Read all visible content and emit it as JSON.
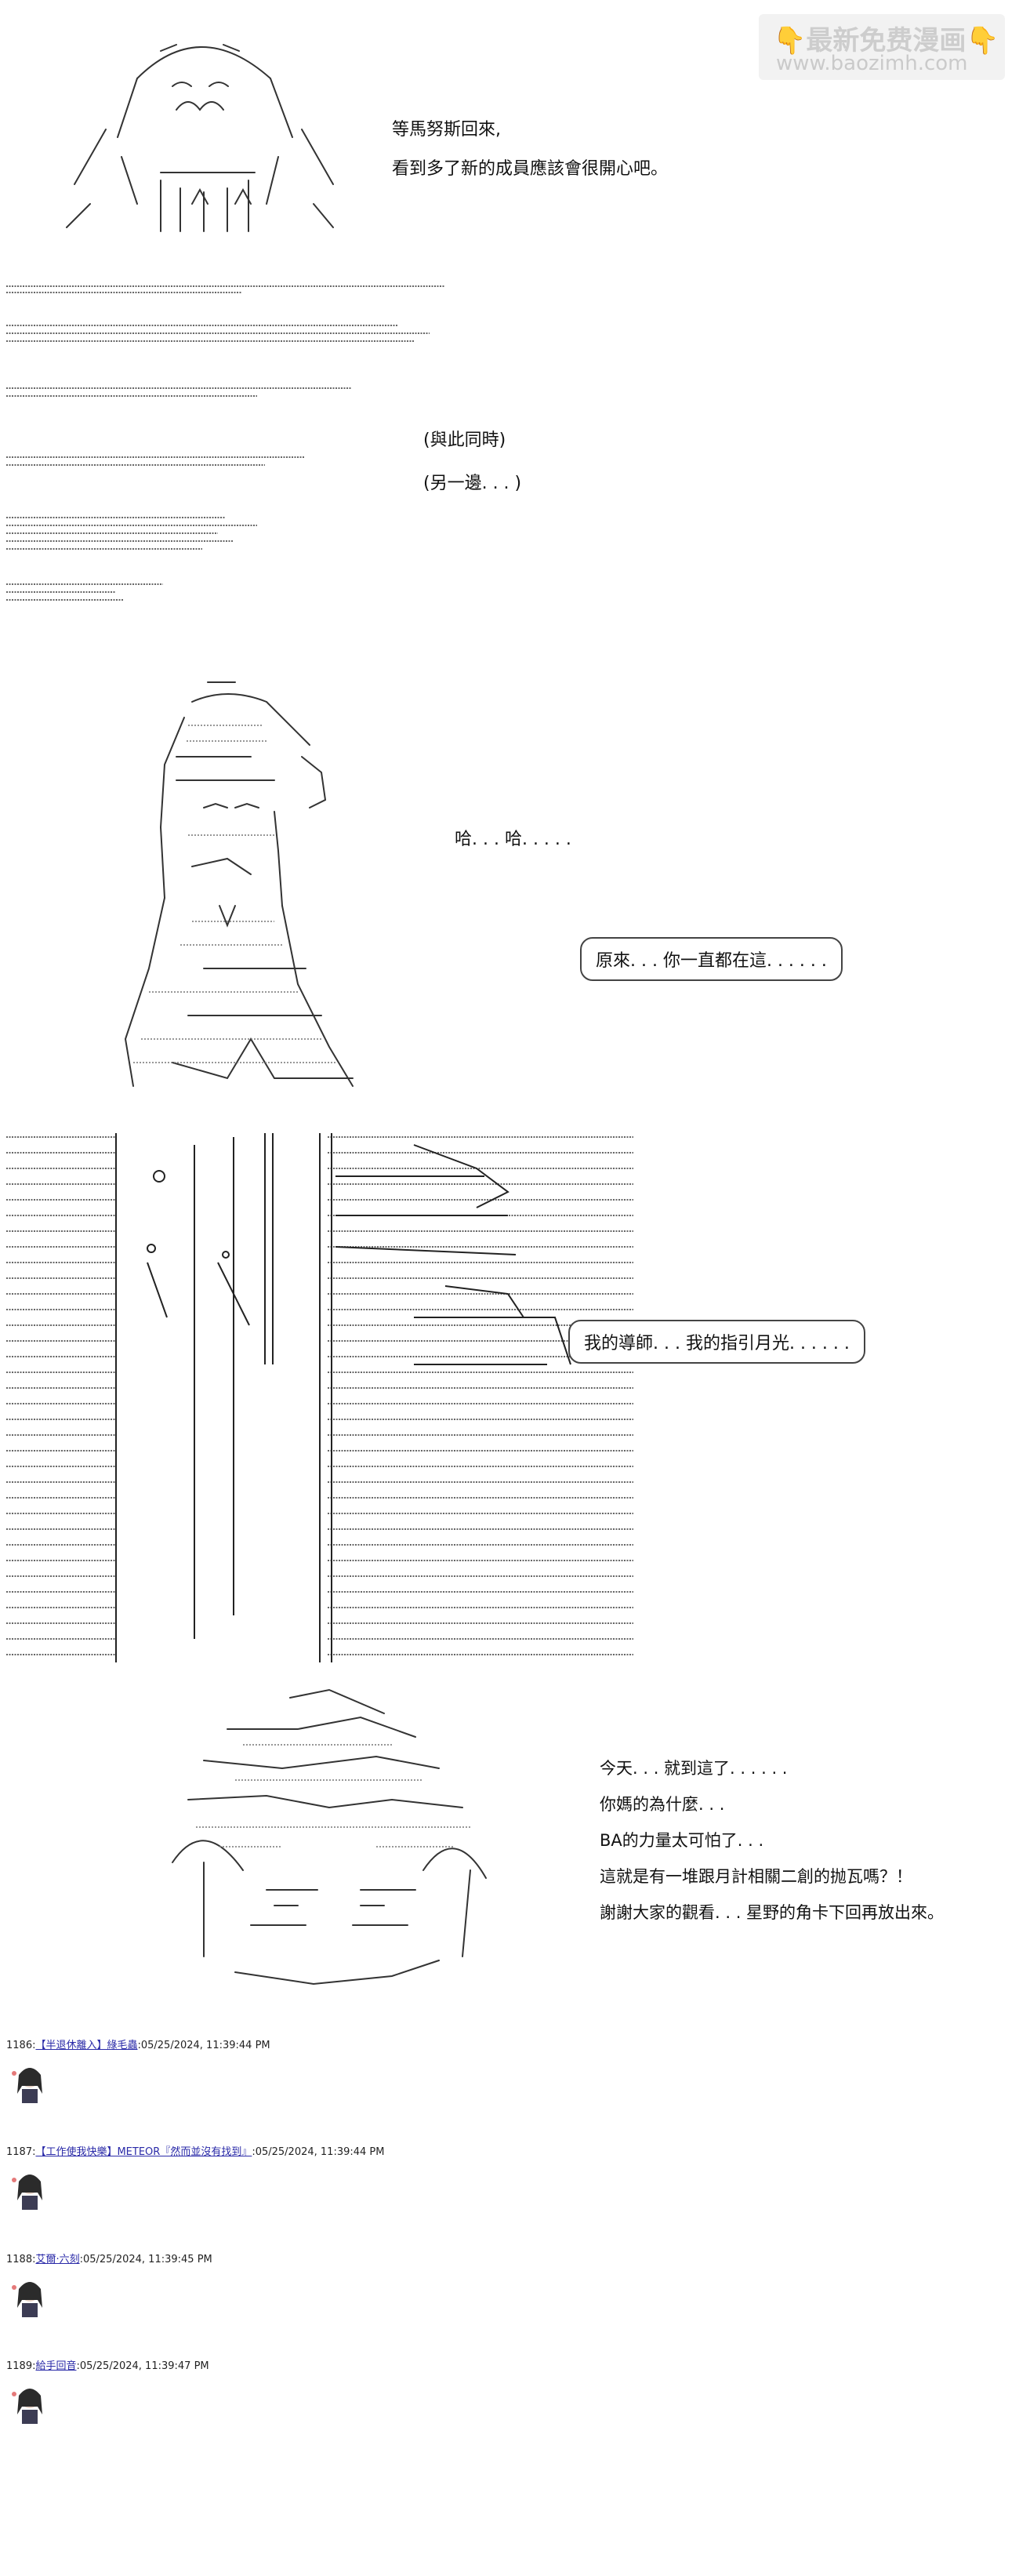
{
  "watermark": {
    "line1": "最新免费漫画",
    "line2": "www.baozimh.com",
    "emoji": "👇"
  },
  "scene1": {
    "caption1": "等馬努斯回來,",
    "caption2": "看到多了新的成員應該會很開心吧。"
  },
  "scene2": {
    "caption1": "(與此同時)",
    "caption2": "(另一邊. . . )"
  },
  "scene3": {
    "speech": "哈. . . 哈. . . . .",
    "bubble": "原來. . . 你一直都在這. . . . . ."
  },
  "scene4": {
    "bubble": "我的導師. . . 我的指引月光. . . . . ."
  },
  "scene5": {
    "lines": [
      "今天. . . 就到這了. . . . . .",
      "你媽的為什麼. . .",
      "BA的力量太可怕了. . .",
      "這就是有一堆跟月計相關二創的抛瓦嗎？！",
      "謝謝大家的觀看. . . 星野的角卡下回再放出來。"
    ]
  },
  "posts": [
    {
      "number": "1186:",
      "name": "【半退休離入】綠毛蟲",
      "time": ":05/25/2024, 11:39:44 PM"
    },
    {
      "number": "1187:",
      "name": "【工作使我快樂】METEOR『然而並沒有找到』",
      "time": ":05/25/2024, 11:39:44 PM"
    },
    {
      "number": "1188:",
      "name": "艾爾·六刻",
      "time": ":05/25/2024, 11:39:45 PM"
    },
    {
      "number": "1189:",
      "name": "給手回音",
      "time": ":05/25/2024, 11:39:47 PM"
    }
  ]
}
